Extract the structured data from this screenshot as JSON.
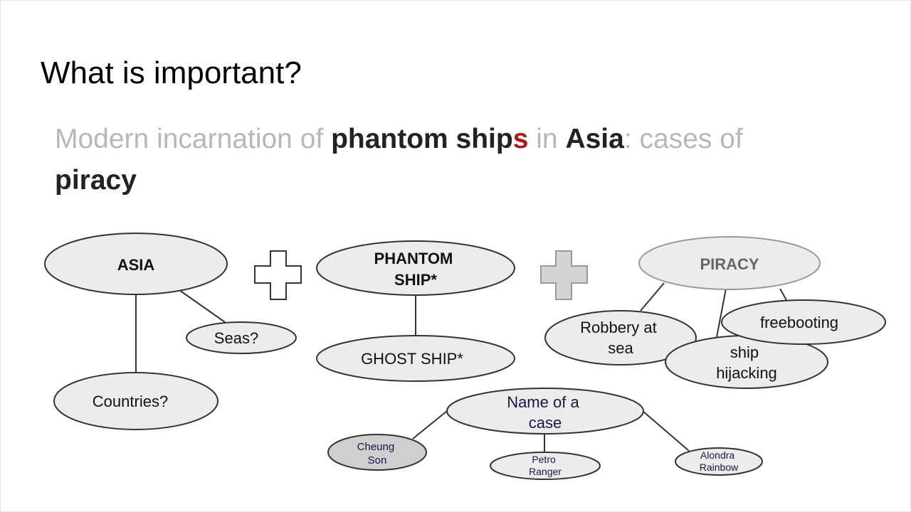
{
  "slide": {
    "title": "What is important?",
    "subtitle": {
      "part1": "Modern incarnation of ",
      "phantom": "phantom ship",
      "plural_s": "s",
      "in_text": " in ",
      "asia": "Asia",
      "colon_text": ": cases of ",
      "piracy": "piracy"
    }
  },
  "colors": {
    "node_fill": "#ececec",
    "node_fill_dark": "#cfcfcf",
    "stroke": "#333333",
    "muted": "#999999",
    "plus_muted_fill": "#d4d4d4",
    "case_text": "#20124d",
    "accent": "#a61c1c"
  },
  "diagram": {
    "asia": {
      "label": "ASIA"
    },
    "asia_seas": {
      "label": "Seas?"
    },
    "asia_countries": {
      "label": "Countries?"
    },
    "phantom": {
      "line1": "PHANTOM",
      "line2": "SHIP*"
    },
    "ghost": {
      "label": "GHOST SHIP*"
    },
    "piracy": {
      "label": "PIRACY"
    },
    "robbery": {
      "line1": "Robbery at",
      "line2": "sea"
    },
    "freebooting": {
      "label": "freebooting"
    },
    "hijacking": {
      "line1": "ship",
      "line2": "hijacking"
    },
    "case": {
      "line1": "Name of a",
      "line2": "case"
    },
    "cheung": {
      "line1": "Cheung",
      "line2": "Son"
    },
    "petro": {
      "line1": "Petro",
      "line2": "Ranger"
    },
    "alondra": {
      "line1": "Alondra",
      "line2": "Rainbow"
    },
    "icons": [
      "plus-icon",
      "plus-icon-muted"
    ]
  }
}
